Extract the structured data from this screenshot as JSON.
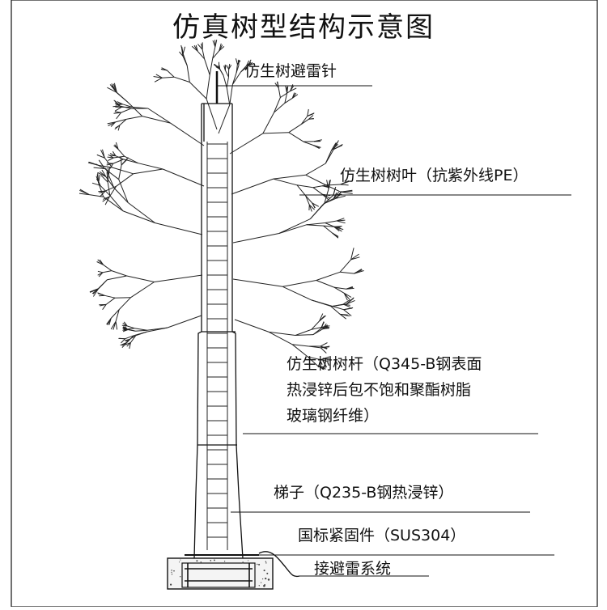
{
  "title": "仿真树型结构示意图",
  "labels": {
    "lightning_rod": "仿生树避雷针",
    "leaves": "仿生树树叶（抗紫外线PE）",
    "trunk_line1": "仿生树树杆（Q345-B钢表面",
    "trunk_line2": "热浸锌后包不饱和聚酯树脂",
    "trunk_line3": "玻璃钢纤维）",
    "ladder": "梯子（Q235-B钢热浸锌）",
    "fastener": "国标紧固件（SUS304）",
    "grounding": "接避雷系统"
  }
}
